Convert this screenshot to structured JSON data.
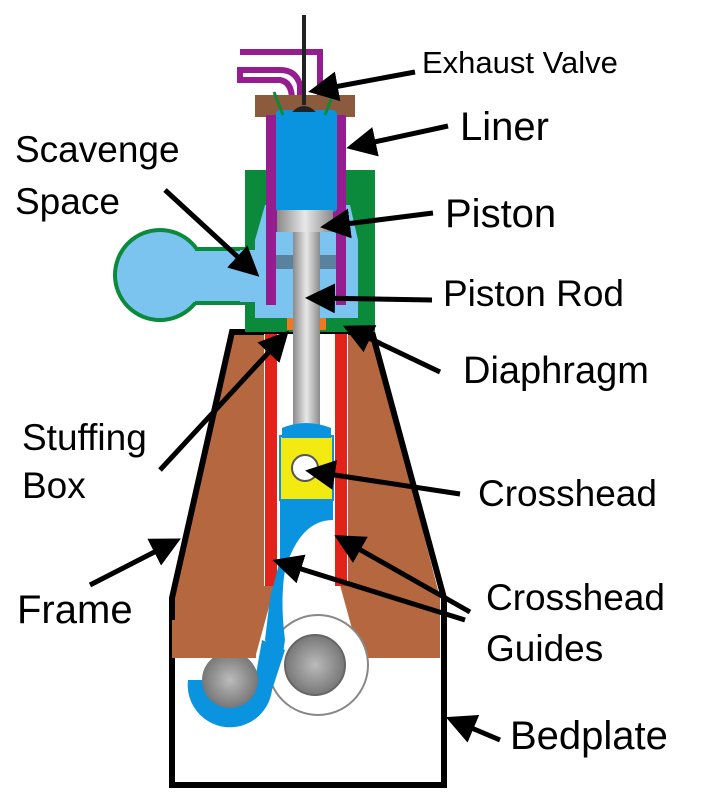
{
  "colors": {
    "frame": "#b5683f",
    "liner": "#951d8f",
    "jacket": "#0a8a3a",
    "combustion": "#0a93df",
    "scavenge": "#7cc4f0",
    "guides": "#e2231a",
    "crosshead": "#f2ea10",
    "rod": "#b8b8b8"
  },
  "labels": {
    "exhaust_valve": "Exhaust Valve",
    "liner": "Liner",
    "scavenge_line1": "Scavenge",
    "scavenge_line2": "Space",
    "piston": "Piston",
    "piston_rod": "Piston Rod",
    "diaphragm": "Diaphragm",
    "stuffing_line1": "Stuffing",
    "stuffing_line2": "Box",
    "crosshead": "Crosshead",
    "guides_line1": "Crosshead",
    "guides_line2": "Guides",
    "frame": "Frame",
    "bedplate": "Bedplate"
  }
}
